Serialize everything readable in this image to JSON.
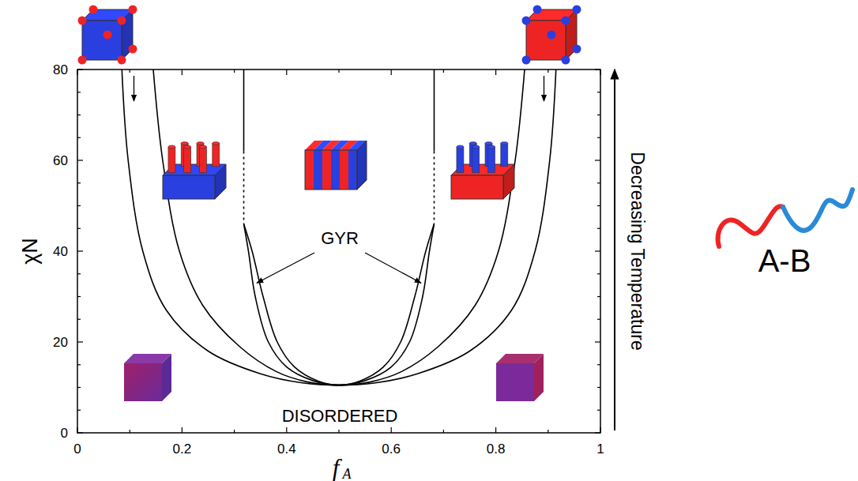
{
  "diagram": {
    "labels": [
      "80",
      "60",
      "40",
      "20",
      "0",
      "0",
      "0.2",
      "0.4",
      "0.6",
      "0.8",
      "1",
      "χN",
      "f",
      "A",
      "GYR",
      "DISORDERED",
      "Decreasing Temperature",
      "A-B"
    ]
  }
}
